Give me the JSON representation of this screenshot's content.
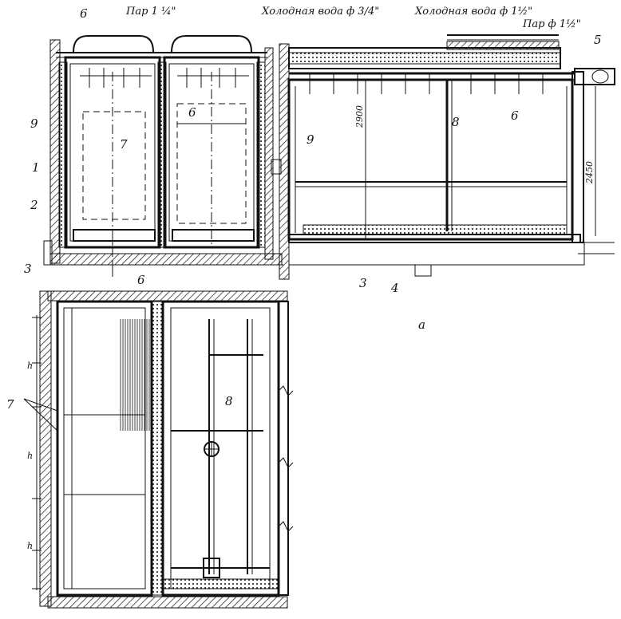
{
  "top_labels": {
    "steam_1": "Пар 1 ¼\"",
    "cold_water_34": "Холодная вода ф 3/4\"",
    "cold_water_112": "Холодная вода ф 1½\"",
    "steam_112": "Пар ф 1½\""
  },
  "numbers": {
    "n1": "1",
    "n2": "2",
    "n3": "3",
    "n4": "4",
    "n5": "5",
    "n6": "6",
    "n7": "7",
    "n8": "8",
    "n9": "9"
  },
  "dimensions": {
    "d2900": "2900",
    "d2450": "2450",
    "h": "h"
  },
  "view_label": "а"
}
